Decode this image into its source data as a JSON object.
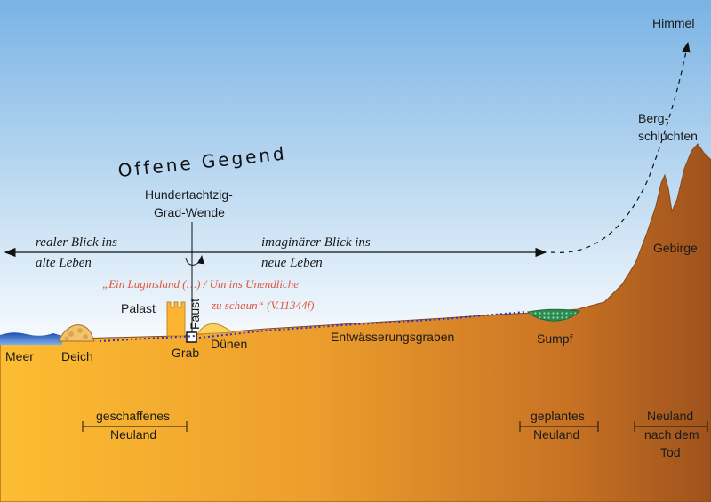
{
  "title": "Offene Gegend",
  "labels": {
    "himmel": "Himmel",
    "bergschluchten_1": "Berg-",
    "bergschluchten_2": "schluchten",
    "gebirge": "Gebirge",
    "wende_1": "Hundertachtzig-",
    "wende_2": "Grad-Wende",
    "real_1": "realer Blick ins",
    "real_2": "alte Leben",
    "imag_1": "imaginärer Blick ins",
    "imag_2": "neue Leben",
    "quote_1": "„Ein Luginsland    (…) / Um ins Unendliche",
    "quote_2": "zu schaun“ (V.11344f)",
    "palast": "Palast",
    "faust": "Faust",
    "grab": "Grab",
    "duenen": "Dünen",
    "meer": "Meer",
    "deich": "Deich",
    "graben": "Entwässerungsgraben",
    "sumpf": "Sumpf",
    "geschaffen_1": "geschaffenes",
    "geschaffen_2": "Neuland",
    "geplant_1": "geplantes",
    "geplant_2": "Neuland",
    "nachtod_1": "Neuland",
    "nachtod_2": "nach dem",
    "nachtod_3": "Tod"
  },
  "colors": {
    "sky_top": "#79b3e4",
    "sky_bottom": "#ffffff",
    "land_left": "#fdbd32",
    "land_right": "#a0541c",
    "sea": "#2a66c8",
    "marsh": "#2e8a52",
    "quote": "#e0553c",
    "dotted": "#2b2fd0"
  }
}
